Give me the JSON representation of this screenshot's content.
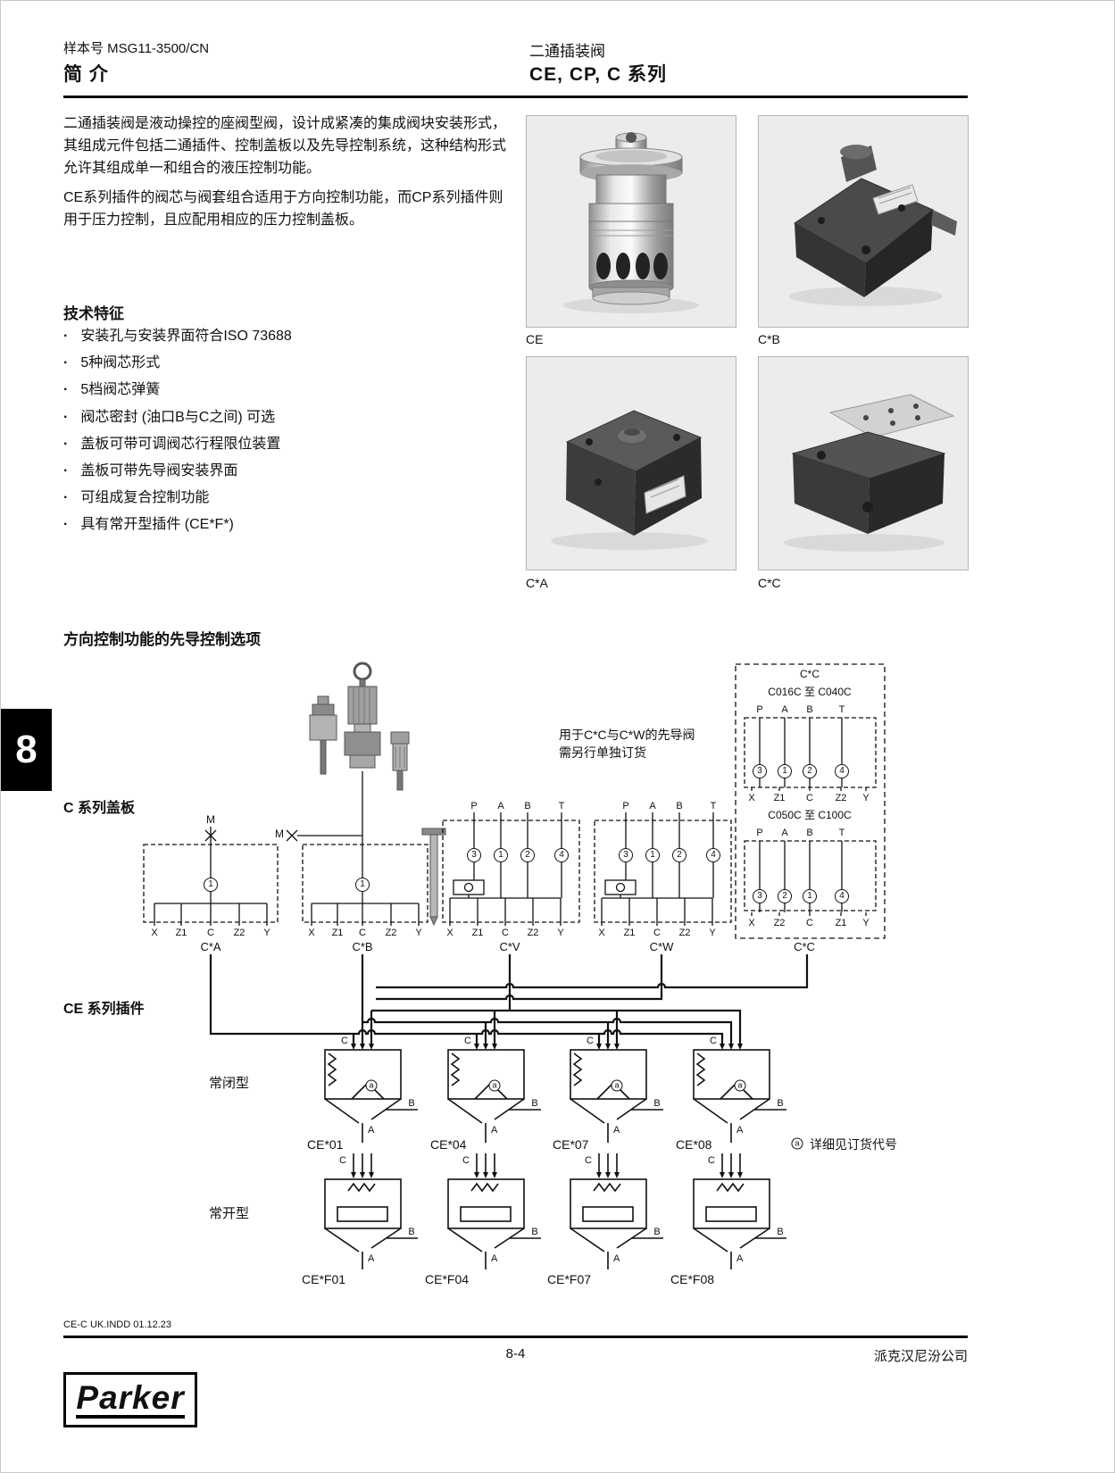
{
  "header": {
    "catalog_no": "样本号 MSG11-3500/CN",
    "section_label": "简 介",
    "product": "二通插装阀",
    "series": "CE, CP, C 系列"
  },
  "intro": {
    "para1": "二通插装阀是液动操控的座阀型阀，设计成紧凑的集成阀块安装形式，其组成元件包括二通插件、控制盖板以及先导控制系统，这种结构形式允许其组成单一和组合的液压控制功能。",
    "para2": "CE系列插件的阀芯与阀套组合适用于方向控制功能，而CP系列插件则用于压力控制，且应配用相应的压力控制盖板。"
  },
  "features": {
    "title": "技术特征",
    "items": [
      "安装孔与安装界面符合ISO 73688",
      "5种阀芯形式",
      "5档阀芯弹簧",
      "阀芯密封 (油口B与C之间) 可选",
      "盖板可带可调阀芯行程限位装置",
      "盖板可带先导阀安装界面",
      "可组成复合控制功能",
      "具有常开型插件 (CE*F*)"
    ]
  },
  "figures": [
    {
      "label": "CE"
    },
    {
      "label": "C*B"
    },
    {
      "label": "C*A"
    },
    {
      "label": "C*C"
    }
  ],
  "schematic": {
    "title": "方向控制功能的先导控制选项",
    "tab": "8",
    "covers_label": "C 系列盖板",
    "inserts_label": "CE 系列插件",
    "note1": "用于C*C与C*W的先导阀",
    "note2": "需另行单独订货",
    "covers": [
      {
        "label": "C*A",
        "m": "M",
        "circle": "1",
        "ports": [
          "X",
          "Z1",
          "C",
          "Z2",
          "Y"
        ]
      },
      {
        "label": "C*B",
        "m": "M",
        "circle": "1",
        "ports": [
          "X",
          "Z1",
          "C",
          "Z2",
          "Y"
        ]
      },
      {
        "label": "C*V",
        "top_ports": [
          "P",
          "A",
          "B",
          "T"
        ],
        "circles": [
          "3",
          "1",
          "2",
          "4"
        ],
        "ports": [
          "X",
          "Z1",
          "C",
          "Z2",
          "Y"
        ]
      },
      {
        "label": "C*W",
        "top_ports": [
          "P",
          "A",
          "B",
          "T"
        ],
        "circles": [
          "3",
          "1",
          "2",
          "4"
        ],
        "ports": [
          "X",
          "Z1",
          "C",
          "Z2",
          "Y"
        ]
      }
    ],
    "cc": {
      "title": "C*C",
      "range1": "C016C 至 C040C",
      "range2": "C050C 至 C100C",
      "top_ports": [
        "P",
        "A",
        "B",
        "T"
      ],
      "block1": {
        "circles": [
          "3",
          "1",
          "2",
          "4"
        ],
        "ports": [
          "X",
          "Z1",
          "C",
          "Z2",
          "Y"
        ]
      },
      "block2": {
        "circles": [
          "3",
          "2",
          "1",
          "4"
        ],
        "ports": [
          "X",
          "Z2",
          "C",
          "Z1",
          "Y"
        ]
      }
    },
    "rows": [
      {
        "type_label": "常闭型",
        "items": [
          "CE*01",
          "CE*04",
          "CE*07",
          "CE*08"
        ]
      },
      {
        "type_label": "常开型",
        "items": [
          "CE*F01",
          "CE*F04",
          "CE*F07",
          "CE*F08"
        ]
      }
    ],
    "port_c": "C",
    "port_b": "B",
    "port_a": "A",
    "order_mark": "a",
    "order_note": "详细见订货代号"
  },
  "footer": {
    "file_info": "CE-C UK.INDD 01.12.23",
    "page": "8-4",
    "company": "派克汉尼汾公司",
    "brand": "Parker"
  }
}
